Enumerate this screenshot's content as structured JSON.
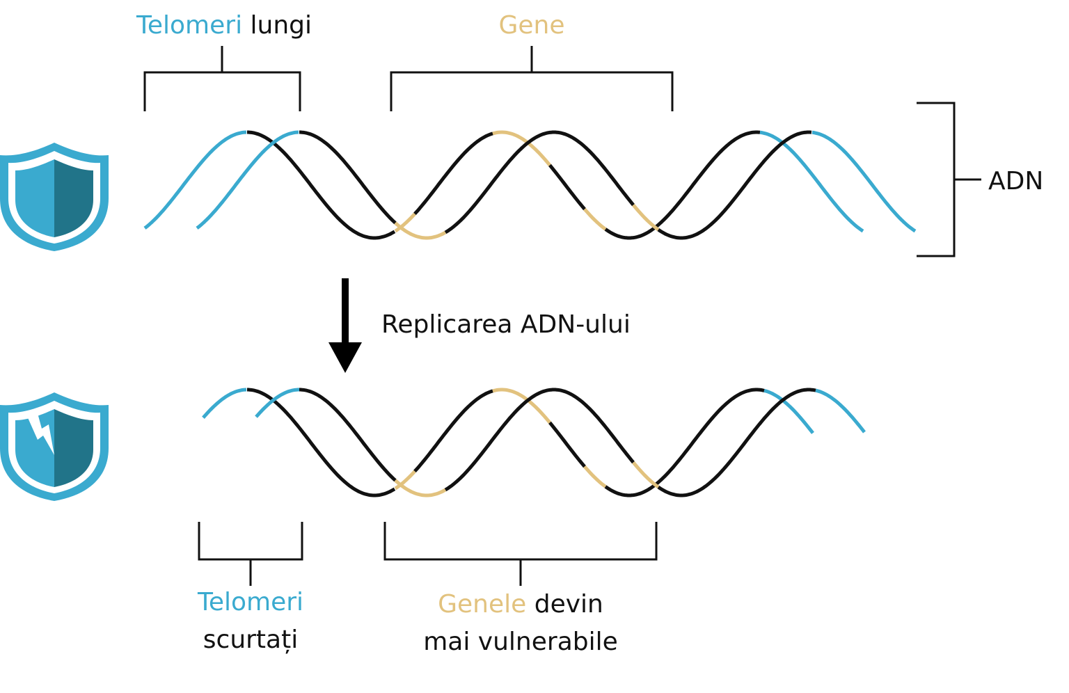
{
  "colors": {
    "telomere": "#3aaacf",
    "gene": "#e2c27e",
    "strand": "#111111",
    "text": "#111111",
    "shield_light": "#3aaacf",
    "shield_dark": "#217489"
  },
  "top": {
    "telomeres_word": "Telomeri",
    "telomeres_rest": " lungi",
    "genes": "Gene",
    "dna": "ADN"
  },
  "arrow_label": "Replicarea ADN-ului",
  "bottom": {
    "telomeres_word": "Telomeri",
    "telomeres_line2": "scurtați",
    "genes_word": "Genele",
    "genes_rest": " devin",
    "genes_line2": "mai vulnerabile"
  },
  "icons": {
    "top_shield": "shield-icon",
    "bottom_shield": "broken-shield-icon"
  }
}
